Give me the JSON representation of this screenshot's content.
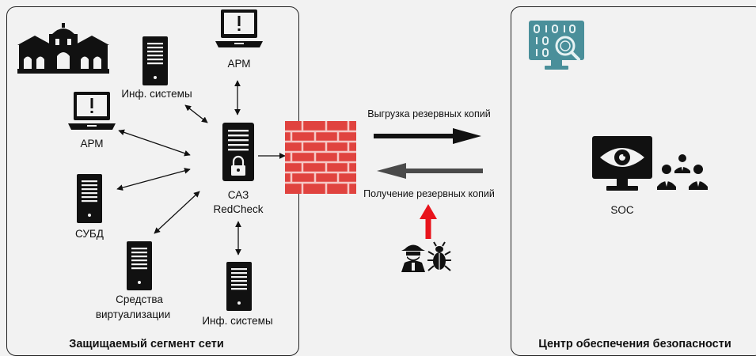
{
  "left_segment": {
    "title": "Защищаемый сегмент сети",
    "nodes": {
      "arm_top": "АРМ",
      "inf_systems_top": "Инф. системы",
      "arm_left": "АРМ",
      "dbms": "СУБД",
      "virtualization_line1": "Средства",
      "virtualization_line2": "виртуализации",
      "inf_systems_bottom": "Инф. системы",
      "core_line1": "САЗ",
      "core_line2": "RedCheck"
    }
  },
  "middle": {
    "upload_label": "Выгрузка резервных копий",
    "download_label": "Получение резервных копий"
  },
  "right_segment": {
    "title": "Центр обеспечения безопасности",
    "soc_label": "SOC"
  },
  "colors": {
    "background": "#f2f2f2",
    "firewall": "#e0433f",
    "attack_arrow": "#e8141c",
    "upload_arrow": "#111111",
    "download_arrow": "#4a4a4a",
    "monitor_teal": "#4a8f9a"
  },
  "icons": {
    "building": "government-building-icon",
    "server": "server-icon",
    "laptop": "laptop-alert-icon",
    "core": "locked-server-icon",
    "firewall": "brick-firewall-icon",
    "attacker": "hacker-icon",
    "malware": "bug-icon",
    "analytics": "data-analytics-monitor-icon",
    "soc": "eye-monitor-icon",
    "analysts": "analyst-team-icon"
  }
}
